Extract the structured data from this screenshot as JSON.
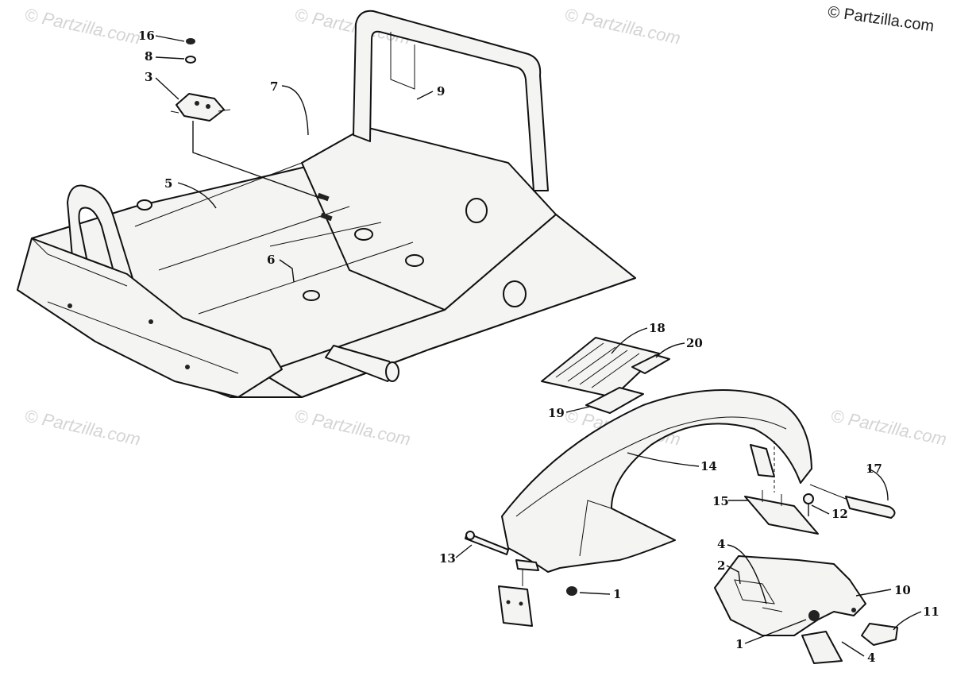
{
  "copyright": "© Partzilla.com",
  "watermarks": [
    "© Partzilla.com",
    "© Partzilla.com",
    "© Partzilla.com",
    "© Partzilla.com",
    "© Partzilla.com",
    "© Partzilla.com",
    "© Partzilla.com"
  ],
  "callouts": {
    "c16": "16",
    "c8": "8",
    "c3": "3",
    "c7": "7",
    "c9": "9",
    "c5": "5",
    "c6": "6",
    "c18": "18",
    "c20": "20",
    "c19": "19",
    "c14": "14",
    "c17": "17",
    "c15": "15",
    "c12": "12",
    "c13": "13",
    "c4a": "4",
    "c2": "2",
    "c10": "10",
    "c1a": "1",
    "c1b": "1",
    "c11": "11",
    "c4b": "4"
  }
}
